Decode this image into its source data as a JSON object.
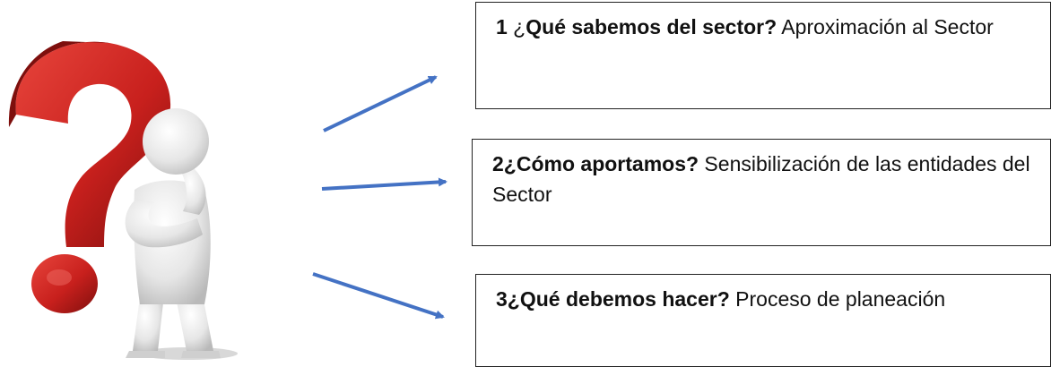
{
  "colors": {
    "arrow": "#4472c4",
    "question_mark": "#c8201d",
    "figure": "#e9e9e9",
    "box_border": "#222222"
  },
  "illustration": {
    "question_mark_icon": "red-question-mark",
    "figure_icon": "thinking-3d-person"
  },
  "steps": [
    {
      "number": "1",
      "question": "Qué sabemos del sector?",
      "answer": " Aproximación al Sector"
    },
    {
      "number": "2",
      "question": "Cómo aportamos?",
      "answer": " Sensibilización de las entidades del Sector"
    },
    {
      "number": "3",
      "question": "Qué debemos hacer?",
      "answer": " Proceso de planeación"
    }
  ]
}
